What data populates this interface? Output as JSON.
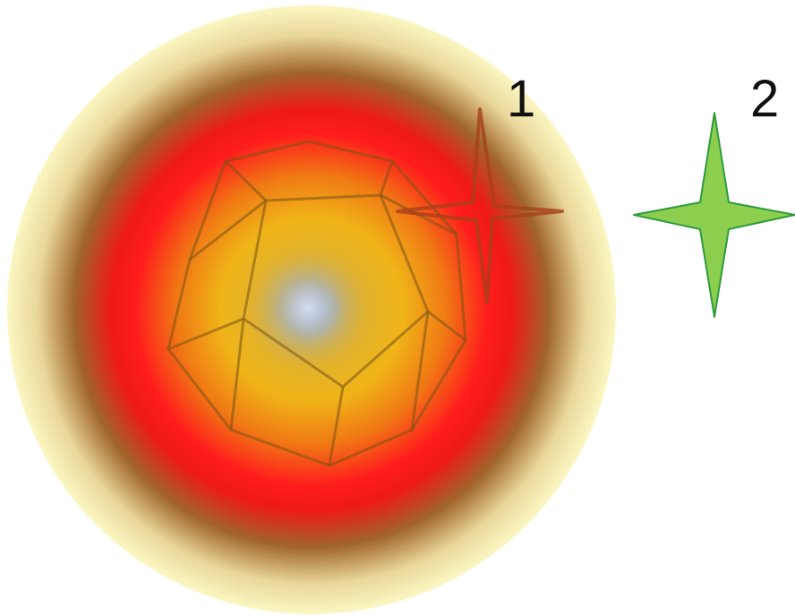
{
  "labels": {
    "marker_1": "1",
    "marker_2": "2"
  },
  "colors": {
    "background": "#ffffff",
    "halo_outer": "#fbf7c2",
    "halo_brown": "#a0652a",
    "halo_red": "#ff1a1a",
    "core_gold": "#e8b016",
    "core_center": "#8fa8d8",
    "star_1_stroke": "#a8401a",
    "star_2_fill": "#8ccf4e",
    "star_2_stroke": "#2e9a3c"
  },
  "icons": {
    "core": "dodecahedron-ball",
    "marker_1": "four-point-star-outline",
    "marker_2": "four-point-star-filled"
  }
}
